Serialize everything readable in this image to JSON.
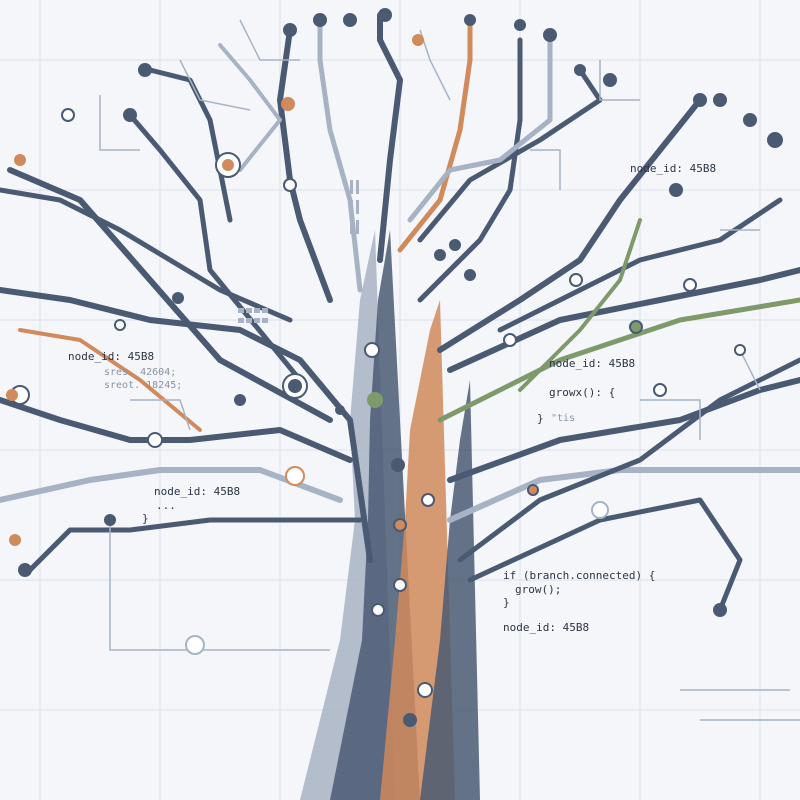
{
  "colors": {
    "background": "#f4f6f9",
    "grid": "#dbe1ea",
    "trace_dark": "#4a5a73",
    "trace_light": "#a7b3c4",
    "accent_orange": "#d08a5c",
    "accent_green": "#7e9a6b",
    "node_fill": "#ffffff",
    "text": "#2d3544"
  },
  "annotations": {
    "top_right_node": "node_id: 45B8",
    "left_node": "node_id: 45B8",
    "left_faint_1": "sres. 42604;",
    "left_faint_2": "sreot. 18245;",
    "center_node": "node_id: 45B8",
    "center_ellipsis": "...",
    "center_brace": "}",
    "mid_right_node": "node_id: 45B8",
    "mid_right_call": "growx(): {",
    "mid_right_brace": "}",
    "mid_right_faint": "\"tis",
    "code_line_1": "if (branch.connected) {",
    "code_line_2": "grow();",
    "code_line_3": "}",
    "bottom_node": "node_id: 45B8"
  }
}
